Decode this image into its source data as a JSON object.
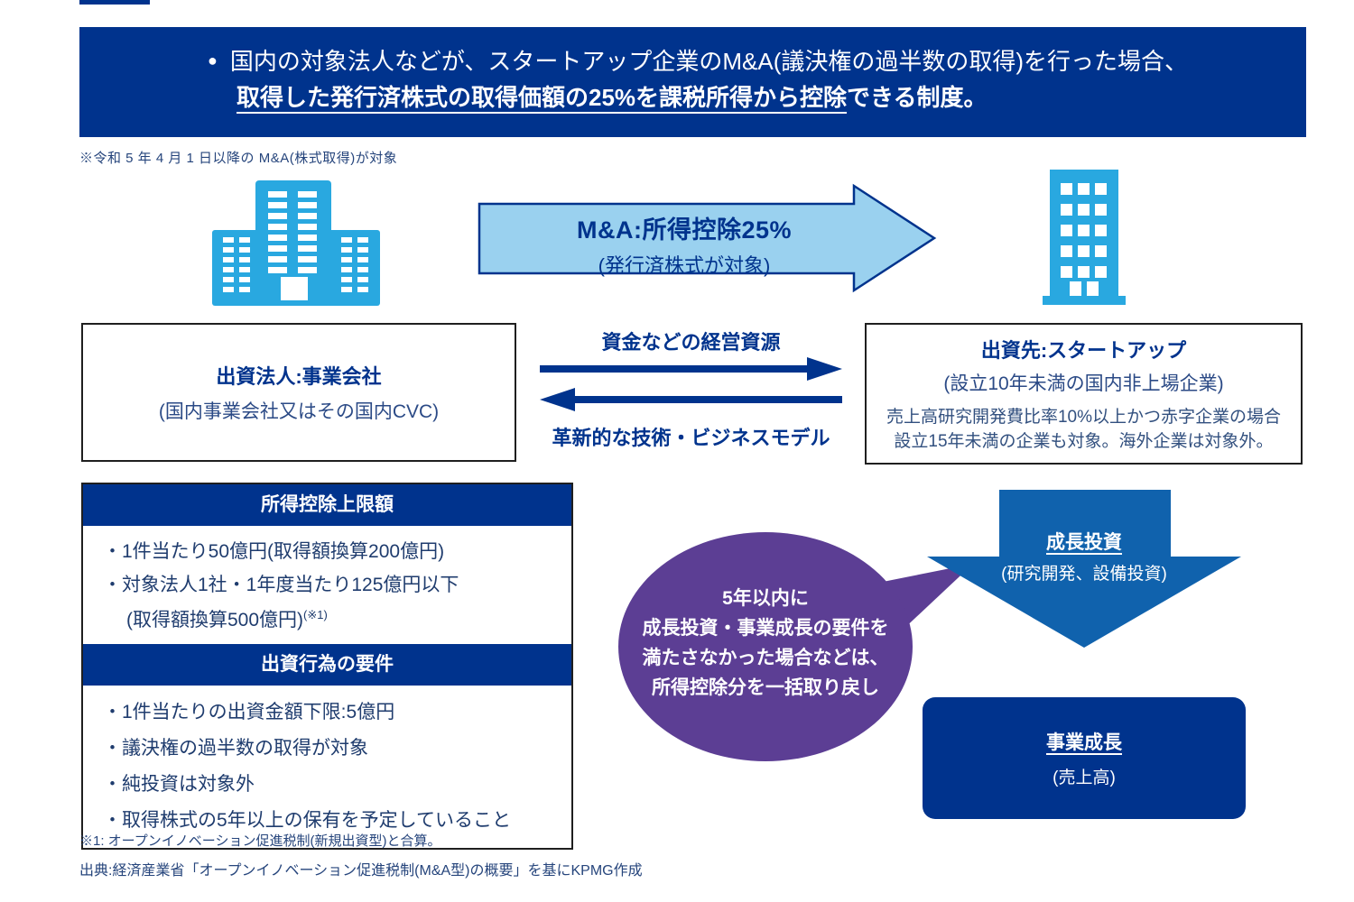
{
  "colors": {
    "kpmg_blue": "#00338D",
    "ma_arrow_fill": "#9AD1EF",
    "building_blue": "#29A8E0",
    "clawback_purple": "#5C3E94",
    "growth_arrow_blue": "#1062AD",
    "body_text_navy": "#26457C"
  },
  "banner": {
    "bullet": "●",
    "line1": "国内の対象法人などが、スタートアップ企業のM&A(議決権の過半数の取得)を行った場合、",
    "line2_underline": "取得した発行済株式の取得価額の25%を課税所得から控除",
    "line2_tail": "できる制度。"
  },
  "note": "※令和 5 年 4 月 1 日以降の M&A(株式取得)が対象",
  "ma_arrow": {
    "title": "M&A:所得控除25%",
    "subtitle": "(発行済株式が対象)"
  },
  "investor_box": {
    "title": "出資法人:事業会社",
    "subtitle": "(国内事業会社又はその国内CVC)"
  },
  "exchange": {
    "to_startup_label": "資金などの経営資源",
    "to_investor_label": "革新的な技術・ビジネスモデル"
  },
  "startup_box": {
    "title": "出資先:スタートアップ",
    "subtitle": "(設立10年未満の国内非上場企業)",
    "note_line1": "売上高研究開発費比率10%以上かつ赤字企業の場合",
    "note_line2": "設立15年未満の企業も対象。海外企業は対象外。"
  },
  "limits_box": {
    "header_deduction": "所得控除上限額",
    "deduction_items": [
      "1件当たり50億円(取得額換算200億円)",
      "対象法人1社・1年度当たり125億円以下"
    ],
    "deduction_wrap": "(取得額換算500億円)",
    "deduction_sup": "(※1)",
    "header_requirements": "出資行為の要件",
    "requirement_items": [
      "1件当たりの出資金額下限:5億円",
      "議決権の過半数の取得が対象",
      "純投資は対象外",
      "取得株式の5年以上の保有を予定していること"
    ]
  },
  "clawback_bubble": {
    "line1": "5年以内に",
    "line2": "成長投資・事業成長の要件を",
    "line3": "満たさなかった場合などは、",
    "line4": "所得控除分を一括取り戻し"
  },
  "growth_arrow": {
    "title": "成長投資",
    "subtitle": "(研究開発、設備投資)"
  },
  "business_growth": {
    "title": "事業成長",
    "subtitle": "(売上高)"
  },
  "footnotes": {
    "note1": "※1: オープンイノベーション促進税制(新規出資型)と合算。",
    "source": "出典:経済産業省「オープンイノベーション促進税制(M&A型)の概要」を基にKPMG作成"
  }
}
